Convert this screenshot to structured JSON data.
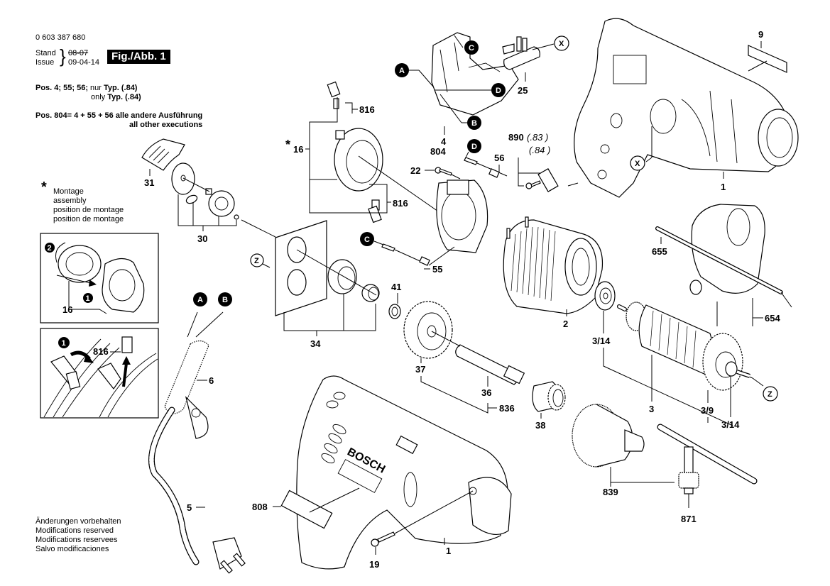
{
  "header": {
    "part_number": "0 603 387 680",
    "stand_label": "Stand",
    "issue_label": "Issue",
    "stand_date_old": "08-07",
    "issue_date": "09-04-14",
    "figure_badge": "Fig./Abb. 1",
    "note1_line1_prefix": "Pos. 4; 55; 56;",
    "note1_line1_mid": " nur ",
    "note1_line1_typ": "Typ.",
    "note1_line1_code": "  (.84)",
    "note1_line2_prefix": "only ",
    "note1_line2_typ": "Typ.",
    "note1_line2_code": "  (.84)",
    "note2_line1": "Pos. 804= 4 + 55 + 56 alle andere Ausführung",
    "note2_line2": "all other executions"
  },
  "assembly_note": {
    "star": "*",
    "lines": [
      "Montage",
      "assembly",
      "position de montage",
      "position de montage"
    ]
  },
  "modifications_note": {
    "lines": [
      "Änderungen vorbehalten",
      "Modifications reserved",
      "Modifications reservees",
      "Salvo modificaciones"
    ]
  },
  "insets": {
    "top": {
      "step2": "2",
      "step1": "1",
      "part": "16"
    },
    "bottom": {
      "step1": "1",
      "part": "816"
    }
  },
  "callouts": {
    "A": "A",
    "B": "B",
    "C": "C",
    "D": "D",
    "X": "X",
    "Z": "Z"
  },
  "part_labels": {
    "p1_housing_top": "1",
    "p1_housing_bottom": "1",
    "p2": "2",
    "p3": "3",
    "p3_14_a": "3/14",
    "p3_9": "3/9",
    "p3_14_b": "3/14",
    "p4": "4",
    "p804": "804",
    "p5": "5",
    "p6": "6",
    "p9": "9",
    "p16": "16",
    "p16_star": "*",
    "p19": "19",
    "p22": "22",
    "p25": "25",
    "p30": "30",
    "p31": "31",
    "p34": "34",
    "p36": "36",
    "p37": "37",
    "p38": "38",
    "p41": "41",
    "p55": "55",
    "p56": "56",
    "p654": "654",
    "p655": "655",
    "p808": "808",
    "p816_a": "816",
    "p816_b": "816",
    "p836": "836",
    "p839": "839",
    "p871": "871",
    "p890": "890",
    "p890_code1": "(.83 )",
    "p890_code2": "(.84 )"
  },
  "brand_on_housing": "BOSCH"
}
